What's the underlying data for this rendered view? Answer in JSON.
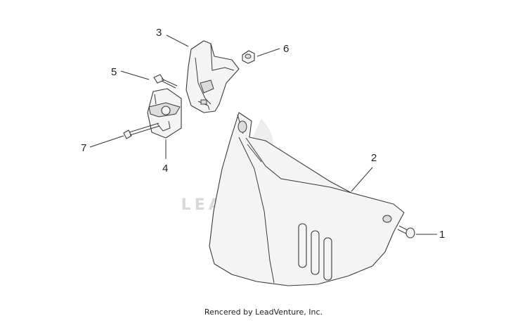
{
  "diagram": {
    "callouts": [
      {
        "id": "1",
        "label": "1"
      },
      {
        "id": "2",
        "label": "2"
      },
      {
        "id": "3",
        "label": "3"
      },
      {
        "id": "4",
        "label": "4"
      },
      {
        "id": "5",
        "label": "5"
      },
      {
        "id": "6",
        "label": "6"
      },
      {
        "id": "7",
        "label": "7"
      }
    ],
    "watermark": "LEADVENTURE"
  },
  "footer": {
    "credit": "Rencered by LeadVenture, Inc."
  }
}
